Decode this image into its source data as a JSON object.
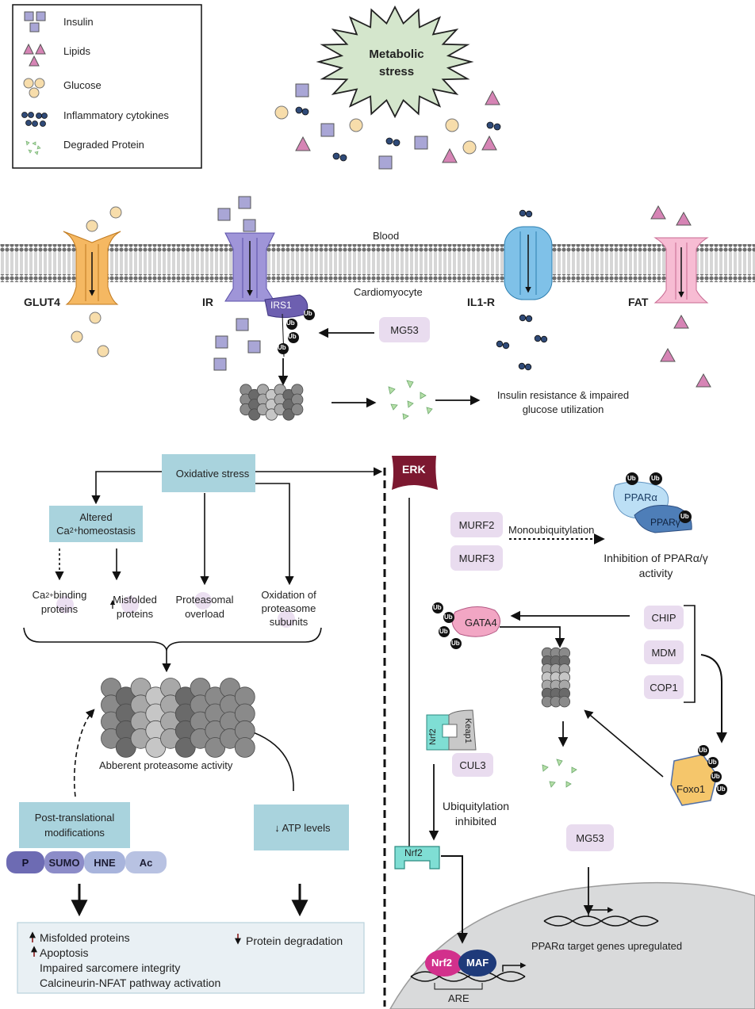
{
  "legend": {
    "items": [
      {
        "icon": "insulin-squares",
        "label": "Insulin"
      },
      {
        "icon": "lipid-triangles",
        "label": "Lipids"
      },
      {
        "icon": "glucose-circles",
        "label": "Glucose"
      },
      {
        "icon": "cytokine-dots",
        "label": "Inflammatory cytokines"
      },
      {
        "icon": "degraded-protein-fragments",
        "label": "Degraded Protein"
      }
    ]
  },
  "stress": {
    "line1": "Metabolic",
    "line2": "stress"
  },
  "membrane": {
    "top_label": "Blood",
    "bottom_label": "Cardiomyocyte",
    "channels": [
      "GLUT4",
      "IR",
      "IL1-R",
      "FAT"
    ]
  },
  "signaling": {
    "irs1": "IRS1",
    "ub": "Ub",
    "mg53": "MG53",
    "insulin_resistance": [
      "Insulin resistance & impaired",
      "glucose utilization"
    ]
  },
  "left_panel": {
    "oxidative_stress": "Oxidative stress",
    "altered_ca": [
      "Altered",
      "homeostasis"
    ],
    "ca_prefix": "Ca",
    "ca_sup": "2+",
    "ca_binding": [
      "binding",
      "proteins"
    ],
    "misfolded": [
      "Misfolded",
      "proteins"
    ],
    "proteasomal": [
      "Proteasomal",
      "overload"
    ],
    "oxidation": [
      "Oxidation of",
      "proteasome",
      "subunits"
    ],
    "aberrant": "Abberent proteasome activity",
    "ptm_box": [
      "Post-translational",
      "modifications"
    ],
    "ptm_tags": [
      "P",
      "SUMO",
      "HNE",
      "Ac"
    ],
    "atp": "ATP levels",
    "outcomes_up": [
      "Misfolded proteins",
      "Apoptosis"
    ],
    "outcomes_plain": [
      "Impaired sarcomere integrity",
      "Calcineurin-NFAT pathway activation"
    ],
    "outcome_down": "Protein degradation"
  },
  "right_panel": {
    "erk": "ERK",
    "murf2": "MURF2",
    "murf3": "MURF3",
    "monoubiquitylation": "Monoubiquitylation",
    "ppar_alpha": "PPARα",
    "ppar_gamma": "PPARγ",
    "ppar_inhibition": [
      "Inhibition of PPARα/γ",
      "activity"
    ],
    "gata4": "GATA4",
    "chip": "CHIP",
    "mdm": "MDM",
    "cop1": "COP1",
    "foxo1": "Foxo1",
    "nrf2": "Nrf2",
    "keap1": "Keap1",
    "cul3": "CUL3",
    "ubiq_inhibited": [
      "Ubiquitylation",
      "inhibited"
    ],
    "mg53": "MG53",
    "maf": "MAF",
    "ppar_target": "PPARα target genes upregulated",
    "are": "ARE"
  },
  "colors": {
    "insulin": "#a9a6d6",
    "lipid": "#d684b5",
    "glucose": "#f7ddab",
    "cytokine": "#2f4a78",
    "box": "#a9d3dd",
    "pill": "#e9dcef",
    "erk": "#7c1830",
    "nrf2_teal": "#7fded4",
    "gata4": "#f2a6c4",
    "foxo1": "#f5c66b",
    "maf": "#1e3a7a",
    "nrf2_magenta": "#d2308c",
    "nucleus": "#d9dadb"
  }
}
